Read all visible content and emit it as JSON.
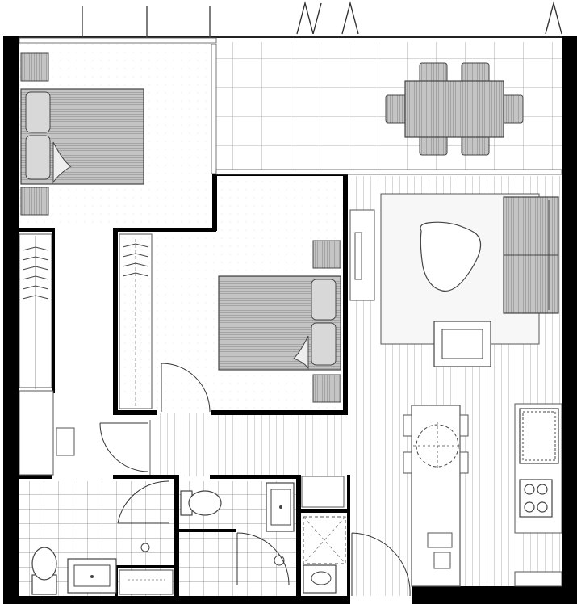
{
  "plan": {
    "colors": {
      "background": "#ffffff",
      "wall": "#000000",
      "line": "#555555",
      "grid": "#8a8a8a",
      "furniture_fill": "#bdbdbd",
      "furniture_stroke": "#444444",
      "stripe": "#d0d0d0",
      "light_fill": "#f2f2f2"
    },
    "rooms": [
      "bedroom-1",
      "bedroom-2",
      "balcony",
      "living-room",
      "kitchen",
      "entry-hall",
      "bathroom-1",
      "bathroom-2",
      "laundry",
      "wardrobe-1",
      "wardrobe-2"
    ],
    "icons": [
      "double-bed-icon",
      "nightstand-icon",
      "dining-table-icon",
      "chair-icon",
      "sofa-icon",
      "coffee-table-icon",
      "armchair-icon",
      "rug-icon",
      "tv-unit-icon",
      "kitchen-island-icon",
      "bar-stool-icon",
      "cooktop-icon",
      "sink-icon",
      "toilet-icon",
      "vanity-icon",
      "shower-icon",
      "door-swing-icon",
      "wardrobe-hanger-icon",
      "desk-icon"
    ]
  }
}
